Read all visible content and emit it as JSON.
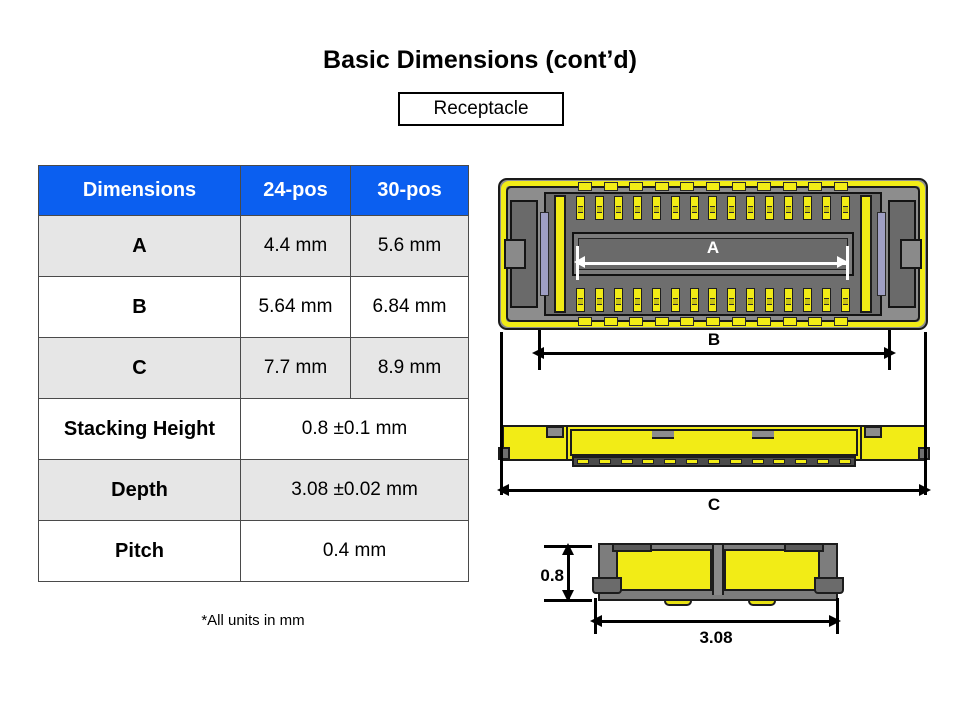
{
  "slide": {
    "title": "Basic Dimensions (cont’d)",
    "subtitle": "Receptacle"
  },
  "table": {
    "headers": [
      "Dimensions",
      "24-pos",
      "30-pos"
    ],
    "rows": [
      {
        "label": "A",
        "v1": "4.4 mm",
        "v2": "5.6 mm",
        "span": false
      },
      {
        "label": "B",
        "v1": "5.64 mm",
        "v2": "6.84 mm",
        "span": false
      },
      {
        "label": "C",
        "v1": "7.7 mm",
        "v2": "8.9 mm",
        "span": false
      },
      {
        "label": "Stacking Height",
        "v1": "0.8 ±0.1 mm",
        "v2": "",
        "span": true
      },
      {
        "label": "Depth",
        "v1": "3.08 ±0.02 mm",
        "v2": "",
        "span": true
      },
      {
        "label": "Pitch",
        "v1": "0.4 mm",
        "v2": "",
        "span": true
      }
    ],
    "note": "*All units in mm",
    "header_bg": "#0b5ff0",
    "header_fg": "#ffffff",
    "shade_bg": "#e6e6e6"
  },
  "drawings": {
    "top_view": {
      "name": "receptacle-top-view",
      "dimension_label": "A",
      "pin_count_per_row": 15
    },
    "b_dimension": {
      "label": "B"
    },
    "side_view": {
      "name": "receptacle-side-view",
      "dimension_label": "C"
    },
    "end_view": {
      "name": "receptacle-end-view",
      "height_label": "0.8",
      "width_label": "3.08"
    },
    "colors": {
      "metal": "#f2ec16",
      "housing": "#7d7d7d",
      "outline": "#1c1c1c",
      "accent": "#9f9fc4"
    }
  }
}
